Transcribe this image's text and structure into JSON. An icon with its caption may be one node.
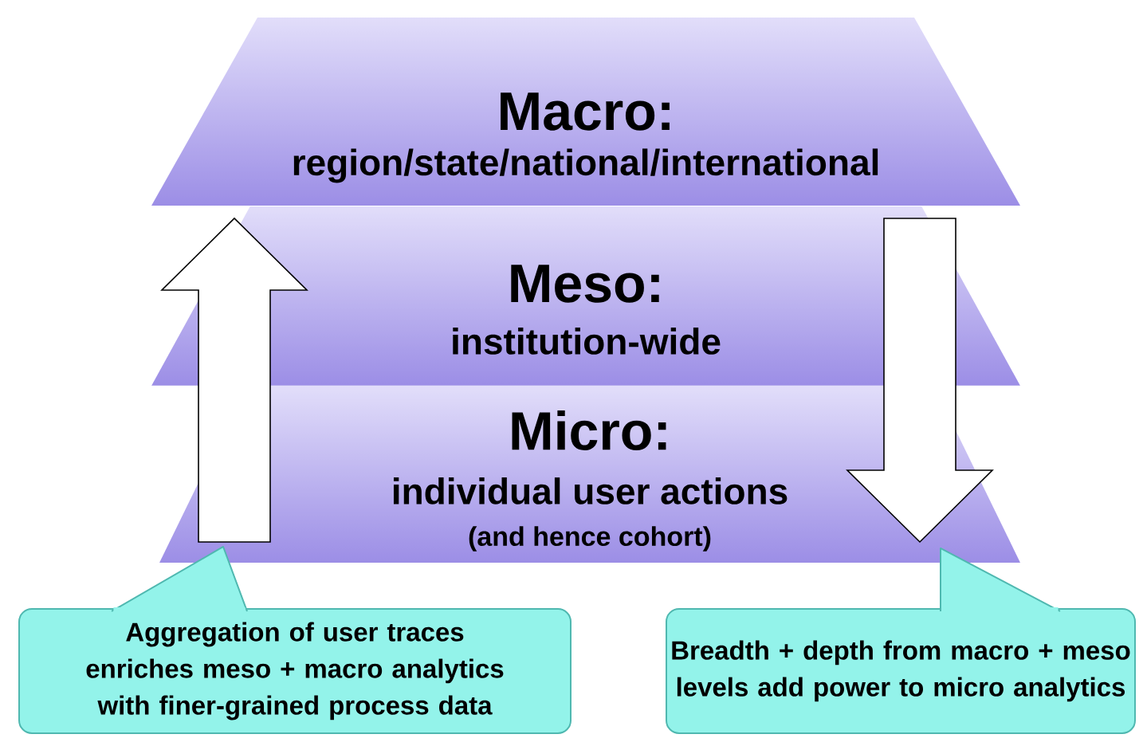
{
  "diagram": {
    "nodes": [
      {
        "text": [
          "Macro:",
          "region/state/national/international"
        ]
      },
      {
        "text": [
          "Meso:",
          "institution-wide"
        ]
      },
      {
        "text": [
          "Micro:",
          "individual user actions",
          "(and hence cohort)"
        ]
      },
      {
        "text": [
          "Aggregation of user traces enriches meso + macro analytics with finer-grained process data"
        ]
      },
      {
        "text": [
          "Breadth + depth from macro + meso levels add power to micro analytics"
        ]
      }
    ],
    "edges": [
      {
        "from": 2,
        "to": 0,
        "arrow": "to"
      },
      {
        "from": 0,
        "to": 2,
        "arrow": "to"
      }
    ]
  }
}
